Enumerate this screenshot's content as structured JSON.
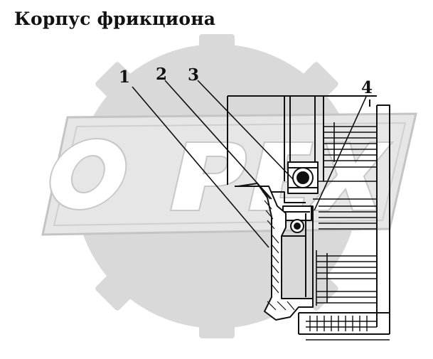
{
  "title": "Корпус фрикциона",
  "watermark": "OPEX",
  "callouts": [
    "1",
    "2",
    "3",
    "4"
  ],
  "colors": {
    "ink": "#111111",
    "watermark": "#cccccc",
    "watermark_light": "#e6e6e6",
    "paper": "#ffffff"
  }
}
